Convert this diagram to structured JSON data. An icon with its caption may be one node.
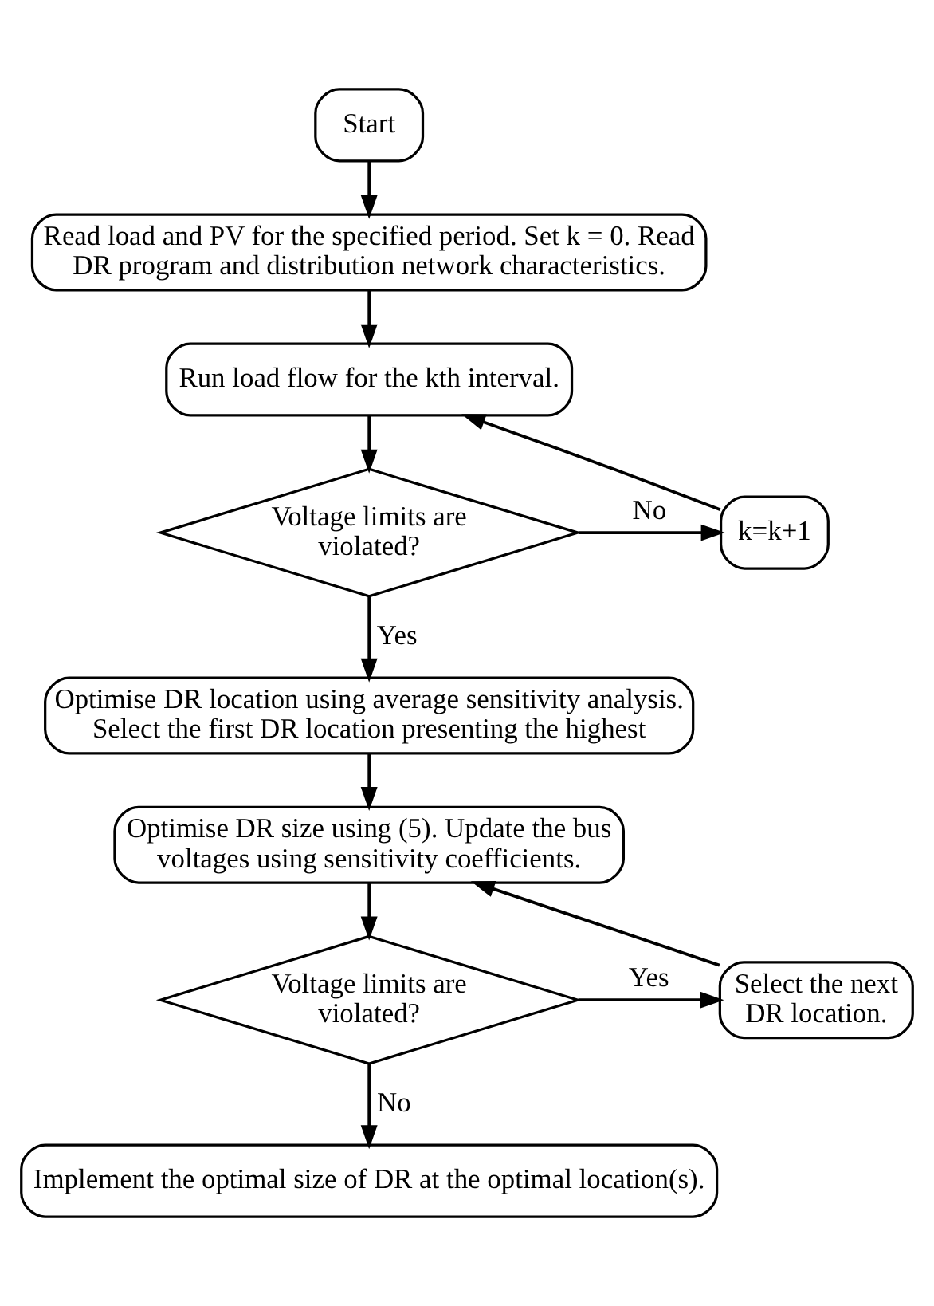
{
  "diagram": {
    "nodes": [
      {
        "text": [
          "Start"
        ]
      },
      {
        "text": [
          "Read load and PV for the specified period. Set k = 0. Read DR program and distribution network characteristics."
        ]
      },
      {
        "text": [
          "Run load flow for the kth interval."
        ]
      },
      {
        "text": [
          "k=k+1"
        ]
      },
      {
        "text": [
          "Voltage limits are violated?"
        ]
      },
      {
        "text": [
          "Optimise DR location using average sensitivity analysis. Select the first DR location presenting the highest"
        ]
      },
      {
        "text": [
          "Optimise DR size using (5). Update the bus voltages using sensitivity coefficients."
        ]
      },
      {
        "text": [
          "Select the next DR location."
        ]
      },
      {
        "text": [
          "Voltage limits are violated?"
        ]
      },
      {
        "text": [
          "Implement the optimal size of DR at the optimal location(s)."
        ]
      }
    ],
    "edges": [
      {
        "from": 0,
        "to": 1,
        "arrow": "to"
      },
      {
        "from": 1,
        "to": 2,
        "arrow": "to"
      },
      {
        "from": 2,
        "to": 4,
        "arrow": "to"
      },
      {
        "from": 4,
        "to": 3,
        "arrow": "to",
        "label": "No"
      },
      {
        "from": 3,
        "to": 2,
        "arrow": "to"
      },
      {
        "from": 4,
        "to": 5,
        "arrow": "to",
        "label": "Yes"
      },
      {
        "from": 5,
        "to": 6,
        "arrow": "to"
      },
      {
        "from": 6,
        "to": 8,
        "arrow": "to"
      },
      {
        "from": 8,
        "to": 7,
        "arrow": "to",
        "label": "Yes"
      },
      {
        "from": 7,
        "to": 6,
        "arrow": "to"
      },
      {
        "from": 8,
        "to": 9,
        "arrow": "to",
        "label": "No"
      }
    ]
  }
}
